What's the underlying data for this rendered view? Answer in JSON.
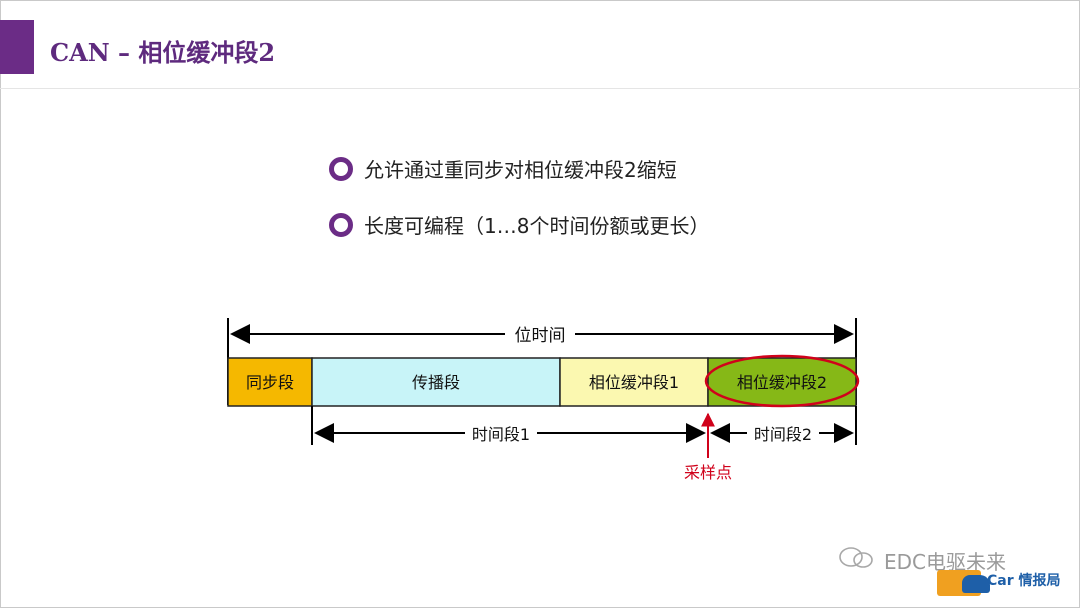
{
  "slide": {
    "title": "CAN – 相位缓冲段2",
    "bullets": [
      "允许通过重同步对相位缓冲段2缩短",
      "长度可编程（1…8个时间份额或更长）"
    ]
  },
  "diagram": {
    "bit_time_label": "位时间",
    "segments": [
      {
        "label": "同步段",
        "color": "#f5b800"
      },
      {
        "label": "传播段",
        "color": "#c8f4f8"
      },
      {
        "label": "相位缓冲段1",
        "color": "#fbf8b0"
      },
      {
        "label": "相位缓冲段2",
        "color": "#86b817"
      }
    ],
    "time_segment_1_label": "时间段1",
    "time_segment_2_label": "时间段2",
    "sample_point_label": "采样点",
    "highlight_color": "#d0021b"
  },
  "watermark": {
    "text": "EDC电驱未来",
    "logo_text": "Car 情报局"
  },
  "colors": {
    "accent": "#6b2c86"
  }
}
